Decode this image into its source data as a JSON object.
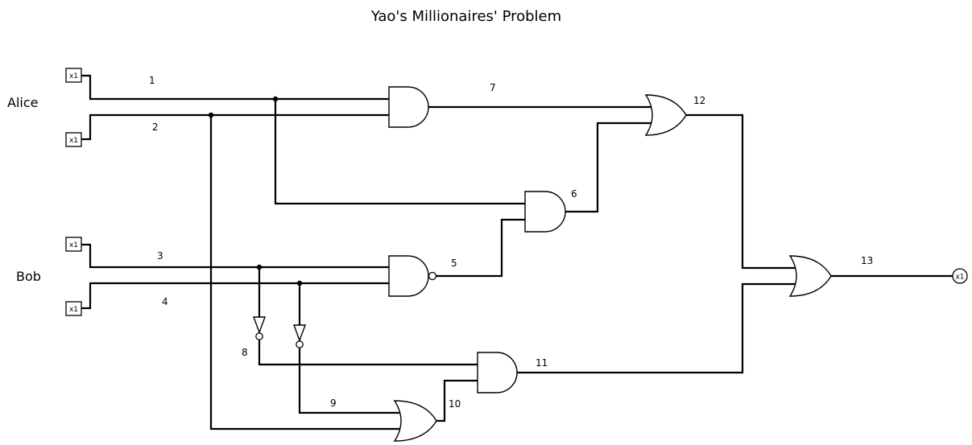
{
  "diagram": {
    "title": "Yao's Millionaires' Problem",
    "parties": {
      "alice": "Alice",
      "bob": "Bob"
    },
    "inputs": [
      {
        "id": "in1",
        "label": "x1"
      },
      {
        "id": "in2",
        "label": "x1"
      },
      {
        "id": "in3",
        "label": "x1"
      },
      {
        "id": "in4",
        "label": "x1"
      }
    ],
    "output": {
      "id": "out13",
      "label": "x1"
    },
    "wire_labels": {
      "w1": "1",
      "w2": "2",
      "w3": "3",
      "w4": "4",
      "w5": "5",
      "w6": "6",
      "w7": "7",
      "w8": "8",
      "w9": "9",
      "w10": "10",
      "w11": "11",
      "w12": "12",
      "w13": "13"
    },
    "gates": [
      {
        "id": "g7",
        "type": "AND",
        "inputs": [
          "1",
          "2"
        ],
        "output": "7"
      },
      {
        "id": "g5",
        "type": "NAND",
        "inputs": [
          "3",
          "4"
        ],
        "output": "5"
      },
      {
        "id": "g6",
        "type": "AND",
        "inputs": [
          "1",
          "5"
        ],
        "output": "6"
      },
      {
        "id": "g12",
        "type": "OR",
        "inputs": [
          "7",
          "6"
        ],
        "output": "12"
      },
      {
        "id": "g8",
        "type": "NOT",
        "inputs": [
          "3"
        ],
        "output": "8"
      },
      {
        "id": "g9",
        "type": "NOT",
        "inputs": [
          "4"
        ],
        "output": "9"
      },
      {
        "id": "g10",
        "type": "OR",
        "inputs": [
          "2",
          "9"
        ],
        "output": "10"
      },
      {
        "id": "g11",
        "type": "AND",
        "inputs": [
          "8",
          "10"
        ],
        "output": "11"
      },
      {
        "id": "g13",
        "type": "OR",
        "inputs": [
          "12",
          "11"
        ],
        "output": "13"
      }
    ]
  }
}
